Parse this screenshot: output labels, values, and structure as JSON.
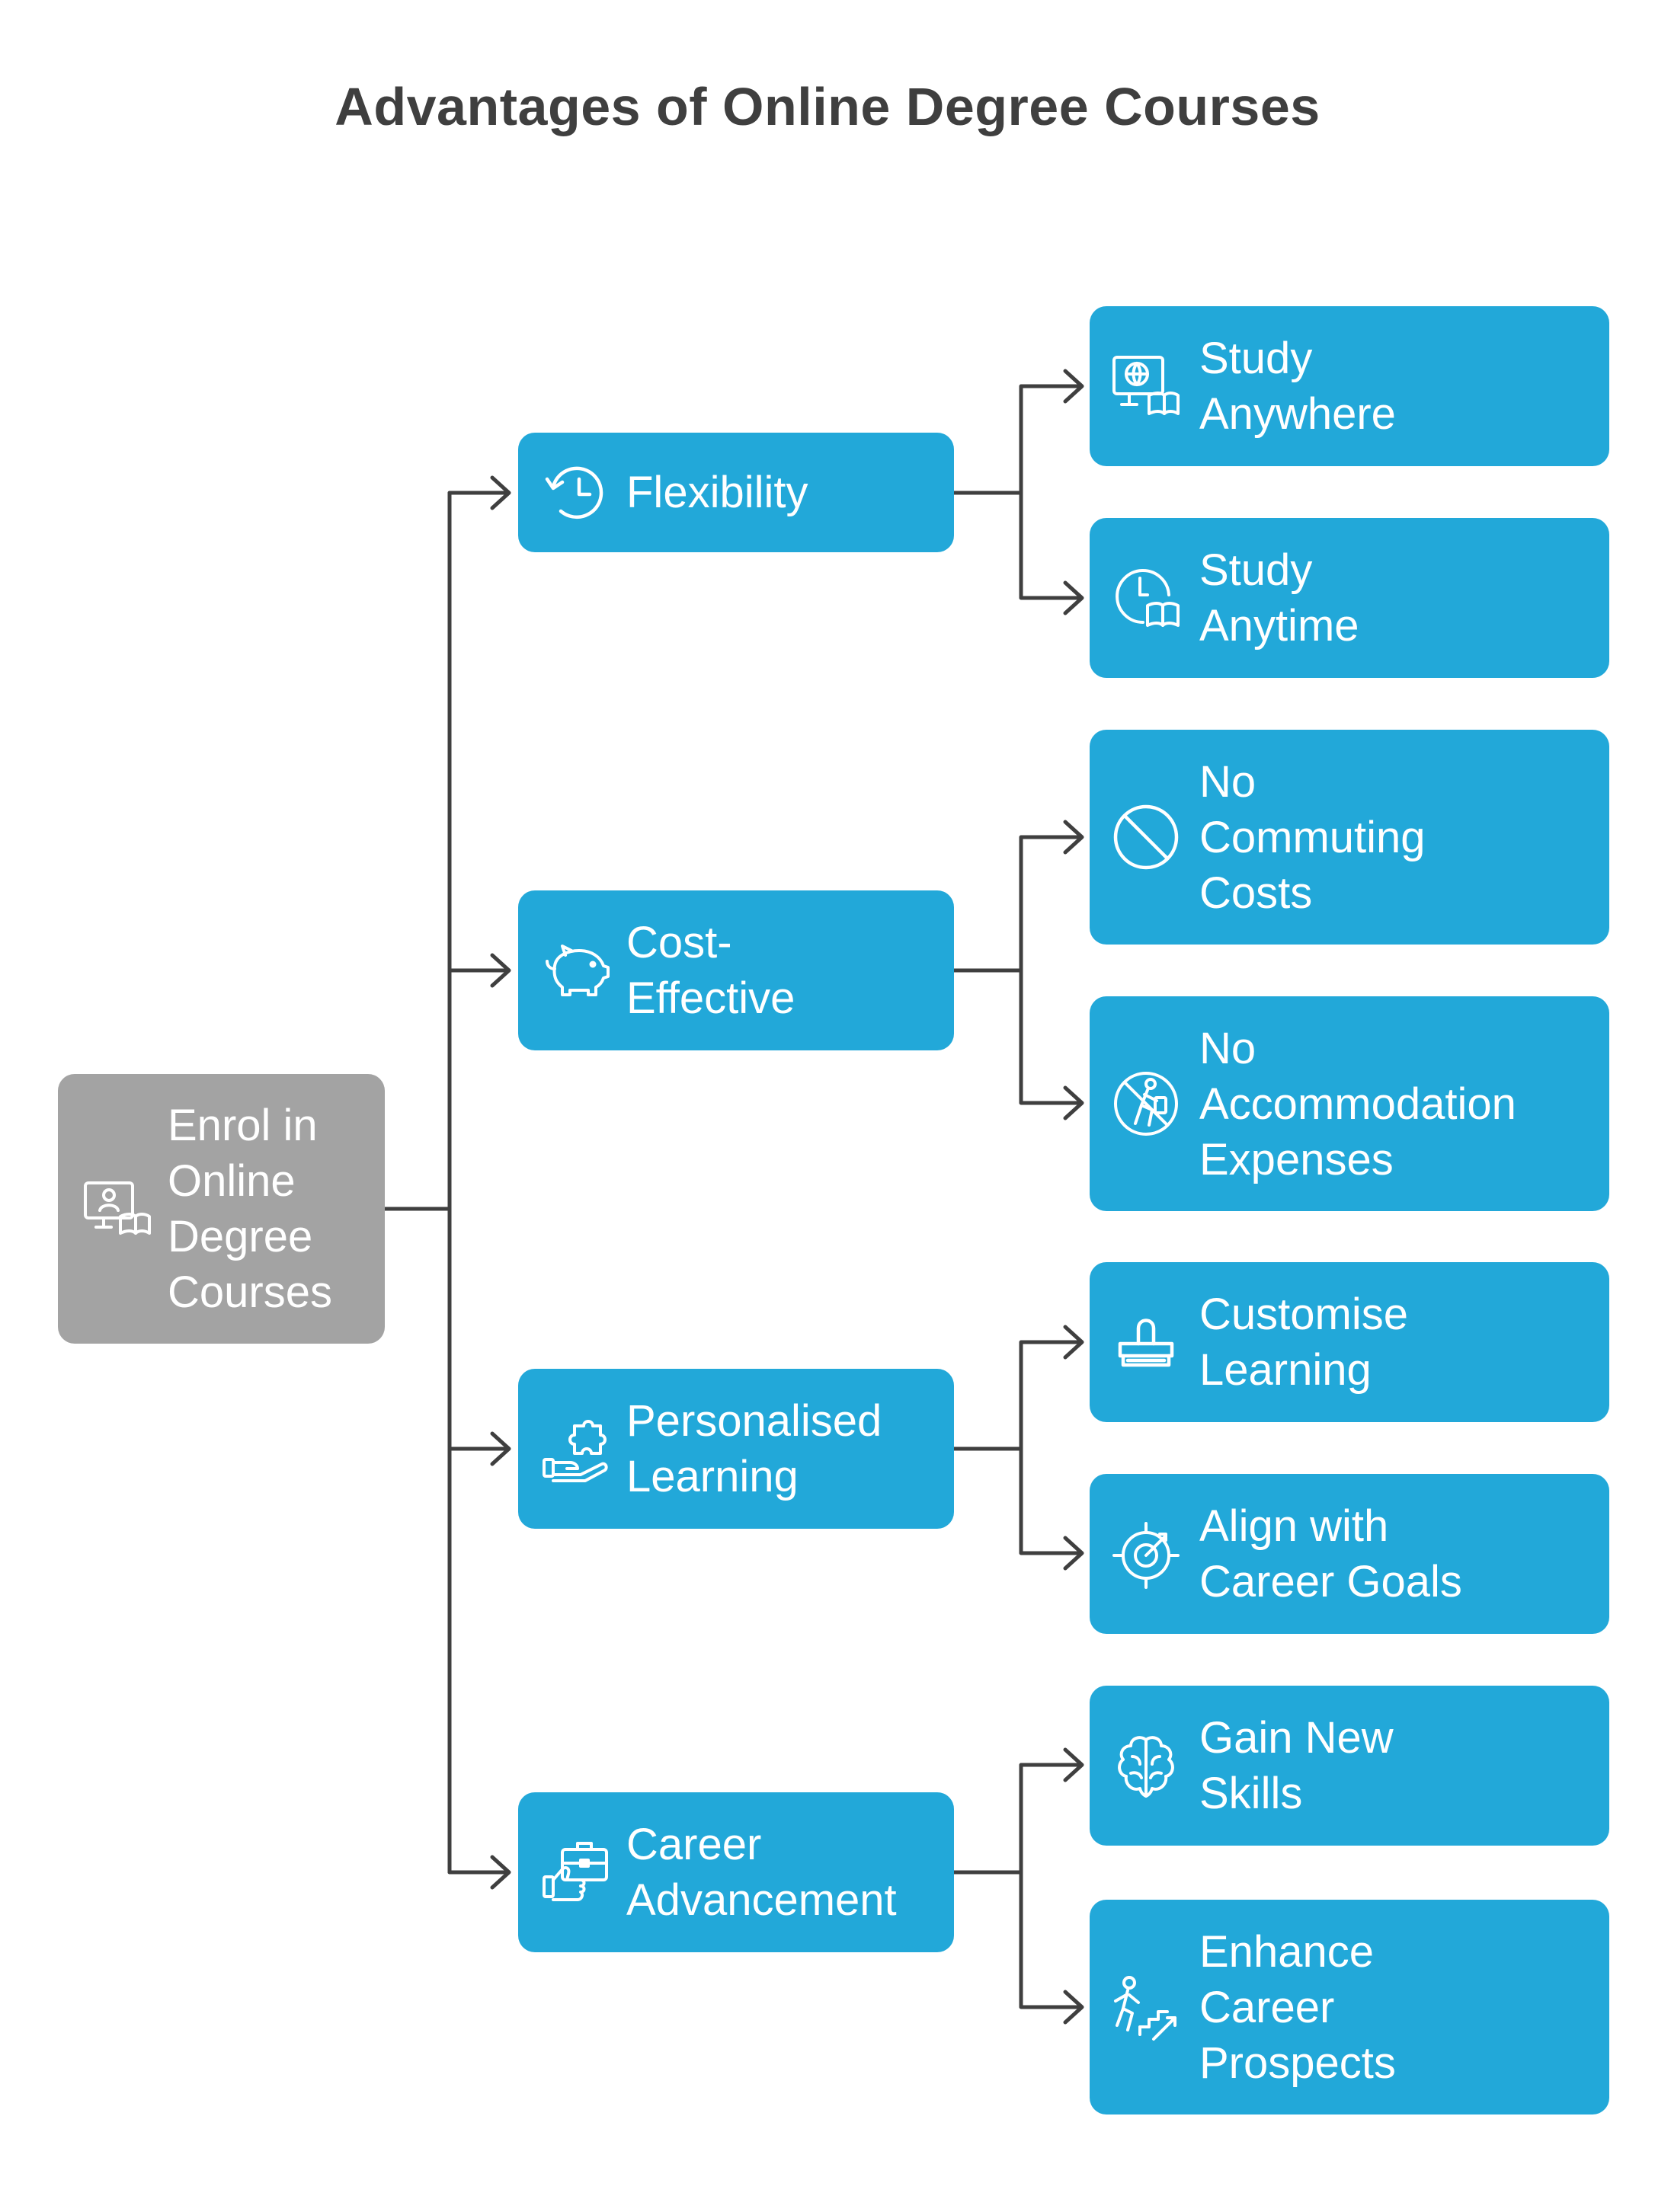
{
  "title": "Advantages of Online Degree Courses",
  "colors": {
    "node_fill": "#22a8d9",
    "root_fill": "#a3a3a3",
    "connector": "#3f3f3f",
    "title_text": "#3f3f3f",
    "node_text": "#ffffff"
  },
  "root": {
    "label": "Enrol in\nOnline\nDegree\nCourses",
    "icon": "online-learning-icon"
  },
  "branches": [
    {
      "label": "Flexibility",
      "icon": "history-clock-icon",
      "children": [
        {
          "label": "Study\nAnywhere",
          "icon": "globe-book-icon"
        },
        {
          "label": "Study\nAnytime",
          "icon": "clock-book-icon"
        }
      ]
    },
    {
      "label": "Cost-\nEffective",
      "icon": "piggy-bank-icon",
      "children": [
        {
          "label": "No\nCommuting\nCosts",
          "icon": "prohibited-icon"
        },
        {
          "label": "No\nAccommodation\nExpenses",
          "icon": "no-travel-icon"
        }
      ]
    },
    {
      "label": "Personalised\nLearning",
      "icon": "hand-puzzle-icon",
      "children": [
        {
          "label": "Customise\nLearning",
          "icon": "stamp-icon"
        },
        {
          "label": "Align with\nCareer Goals",
          "icon": "target-icon"
        }
      ]
    },
    {
      "label": "Career\nAdvancement",
      "icon": "briefcase-thumbs-up-icon",
      "children": [
        {
          "label": "Gain New\nSkills",
          "icon": "brain-icon"
        },
        {
          "label": "Enhance\nCareer\nProspects",
          "icon": "climbing-stairs-icon"
        }
      ]
    }
  ]
}
